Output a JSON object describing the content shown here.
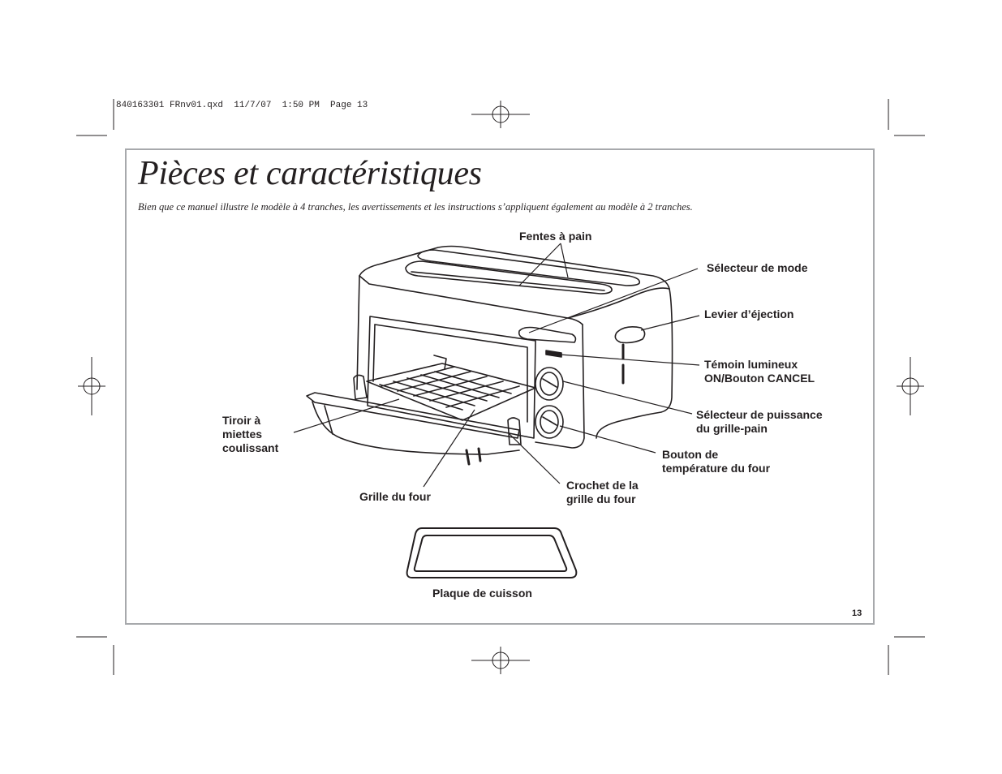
{
  "slug": "840163301 FRnv01.qxd  11/7/07  1:50 PM  Page 13",
  "page": {
    "title": "Pièces et caractéristiques",
    "subtitle": "Bien que ce manuel illustre le modèle à 4 tranches, les avertissements et les instructions s’appliquent également au modèle à 2 tranches.",
    "page_number": "13"
  },
  "labels": {
    "bread_slots": "Fentes à pain",
    "mode_selector": "Sélecteur de mode",
    "eject_lever": "Levier d’éjection",
    "indicator": "Témoin lumineux\nON/Bouton CANCEL",
    "toast_power": "Sélecteur de puissance\ndu grille-pain",
    "oven_temp": "Bouton de\ntempérature du four",
    "rack_hook": "Crochet de la\ngrille du four",
    "oven_rack": "Grille du four",
    "crumb_tray": "Tiroir à\nmiettes\ncoulissant",
    "baking_pan": "Plaque de cuisson"
  }
}
